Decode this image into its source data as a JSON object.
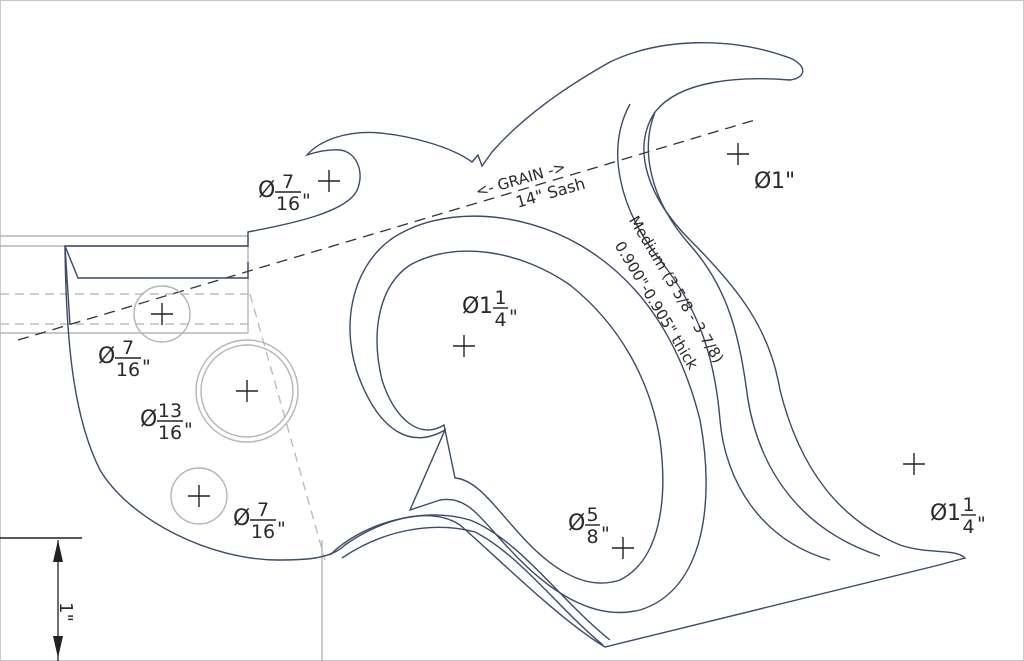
{
  "grain_label": "<- GRAIN ->",
  "sash_label": "14\" Sash",
  "plate_label": "Medium (3 5/8 - 3 7/8)",
  "thickness_label": "0.900\"-0.905\" thick",
  "scale_label": "1\"",
  "holes": [
    {
      "symbol": "Ø",
      "whole": "",
      "num": "7",
      "den": "16",
      "unit": "\""
    },
    {
      "symbol": "Ø",
      "whole": "",
      "num": "7",
      "den": "16",
      "unit": "\""
    },
    {
      "symbol": "Ø",
      "whole": "",
      "num": "13",
      "den": "16",
      "unit": "\""
    },
    {
      "symbol": "Ø",
      "whole": "",
      "num": "7",
      "den": "16",
      "unit": "\""
    },
    {
      "symbol": "Ø",
      "whole": "1",
      "num": "1",
      "den": "4",
      "unit": "\""
    },
    {
      "symbol": "Ø",
      "whole": "",
      "num": "5",
      "den": "8",
      "unit": "\""
    },
    {
      "symbol": "Ø",
      "whole": "1",
      "num": "",
      "den": "",
      "unit": "\""
    },
    {
      "symbol": "Ø",
      "whole": "1",
      "num": "1",
      "den": "4",
      "unit": "\""
    }
  ],
  "colors": {
    "outline": "#3a4a6a",
    "guide": "#bdbdbd",
    "text": "#2a2a2a"
  }
}
